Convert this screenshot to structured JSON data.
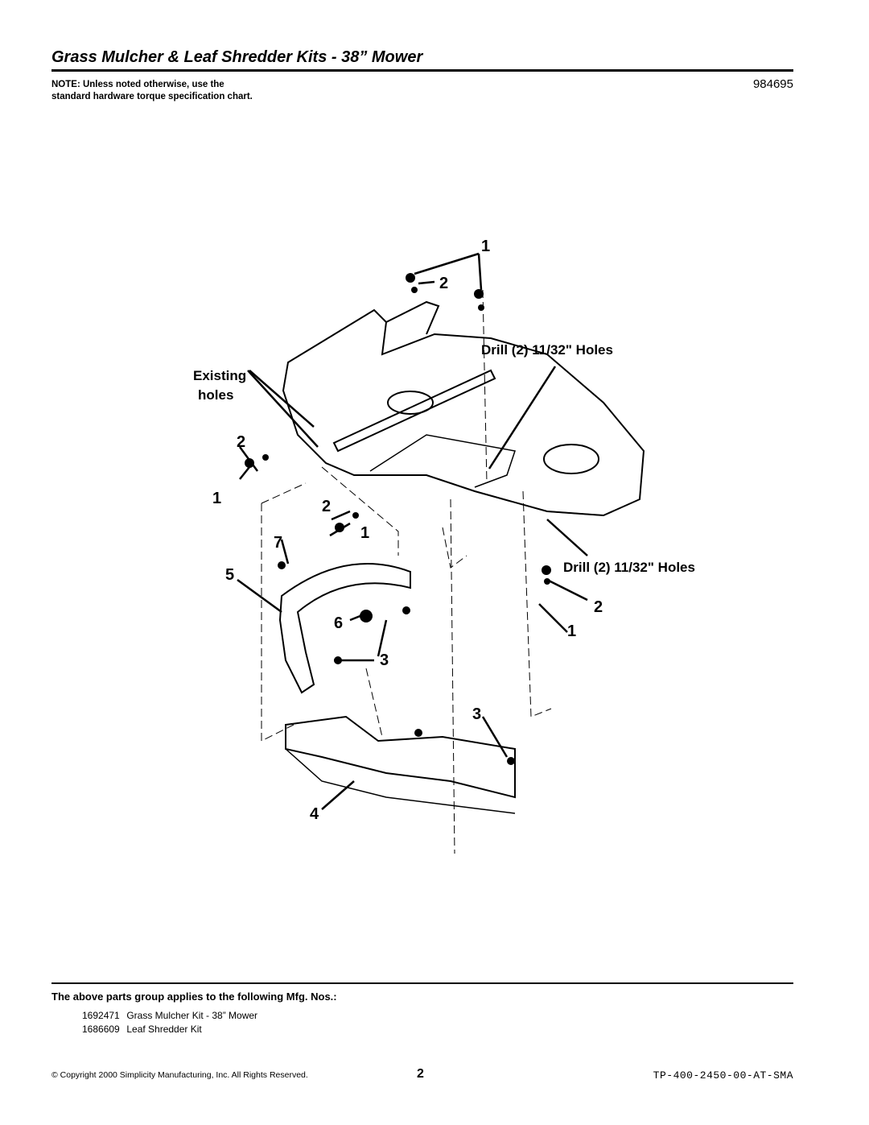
{
  "header": {
    "title": "Grass Mulcher & Leaf Shredder Kits - 38” Mower",
    "part_number": "984695",
    "note": "NOTE: Unless noted otherwise, use the standard hardware torque specification chart."
  },
  "diagram": {
    "callouts": {
      "existing_holes": [
        "Existing",
        "holes"
      ],
      "drill_holes": "Drill (2) 11/32\" Holes"
    },
    "item_numbers": [
      "1",
      "2",
      "2",
      "1",
      "2",
      "1",
      "7",
      "5",
      "6",
      "3",
      "2",
      "1",
      "3",
      "4"
    ]
  },
  "applies": {
    "heading": "The above parts group applies to the following Mfg. Nos.:",
    "items": [
      {
        "number": "1692471",
        "description": "Grass Mulcher Kit - 38” Mower"
      },
      {
        "number": "1686609",
        "description": "Leaf Shredder Kit"
      }
    ]
  },
  "footer": {
    "copyright": "© Copyright 2000 Simplicity Manufacturing, Inc. All Rights Reserved.",
    "page": "2",
    "doc_number": "TP-400-2450-00-AT-SMA"
  }
}
